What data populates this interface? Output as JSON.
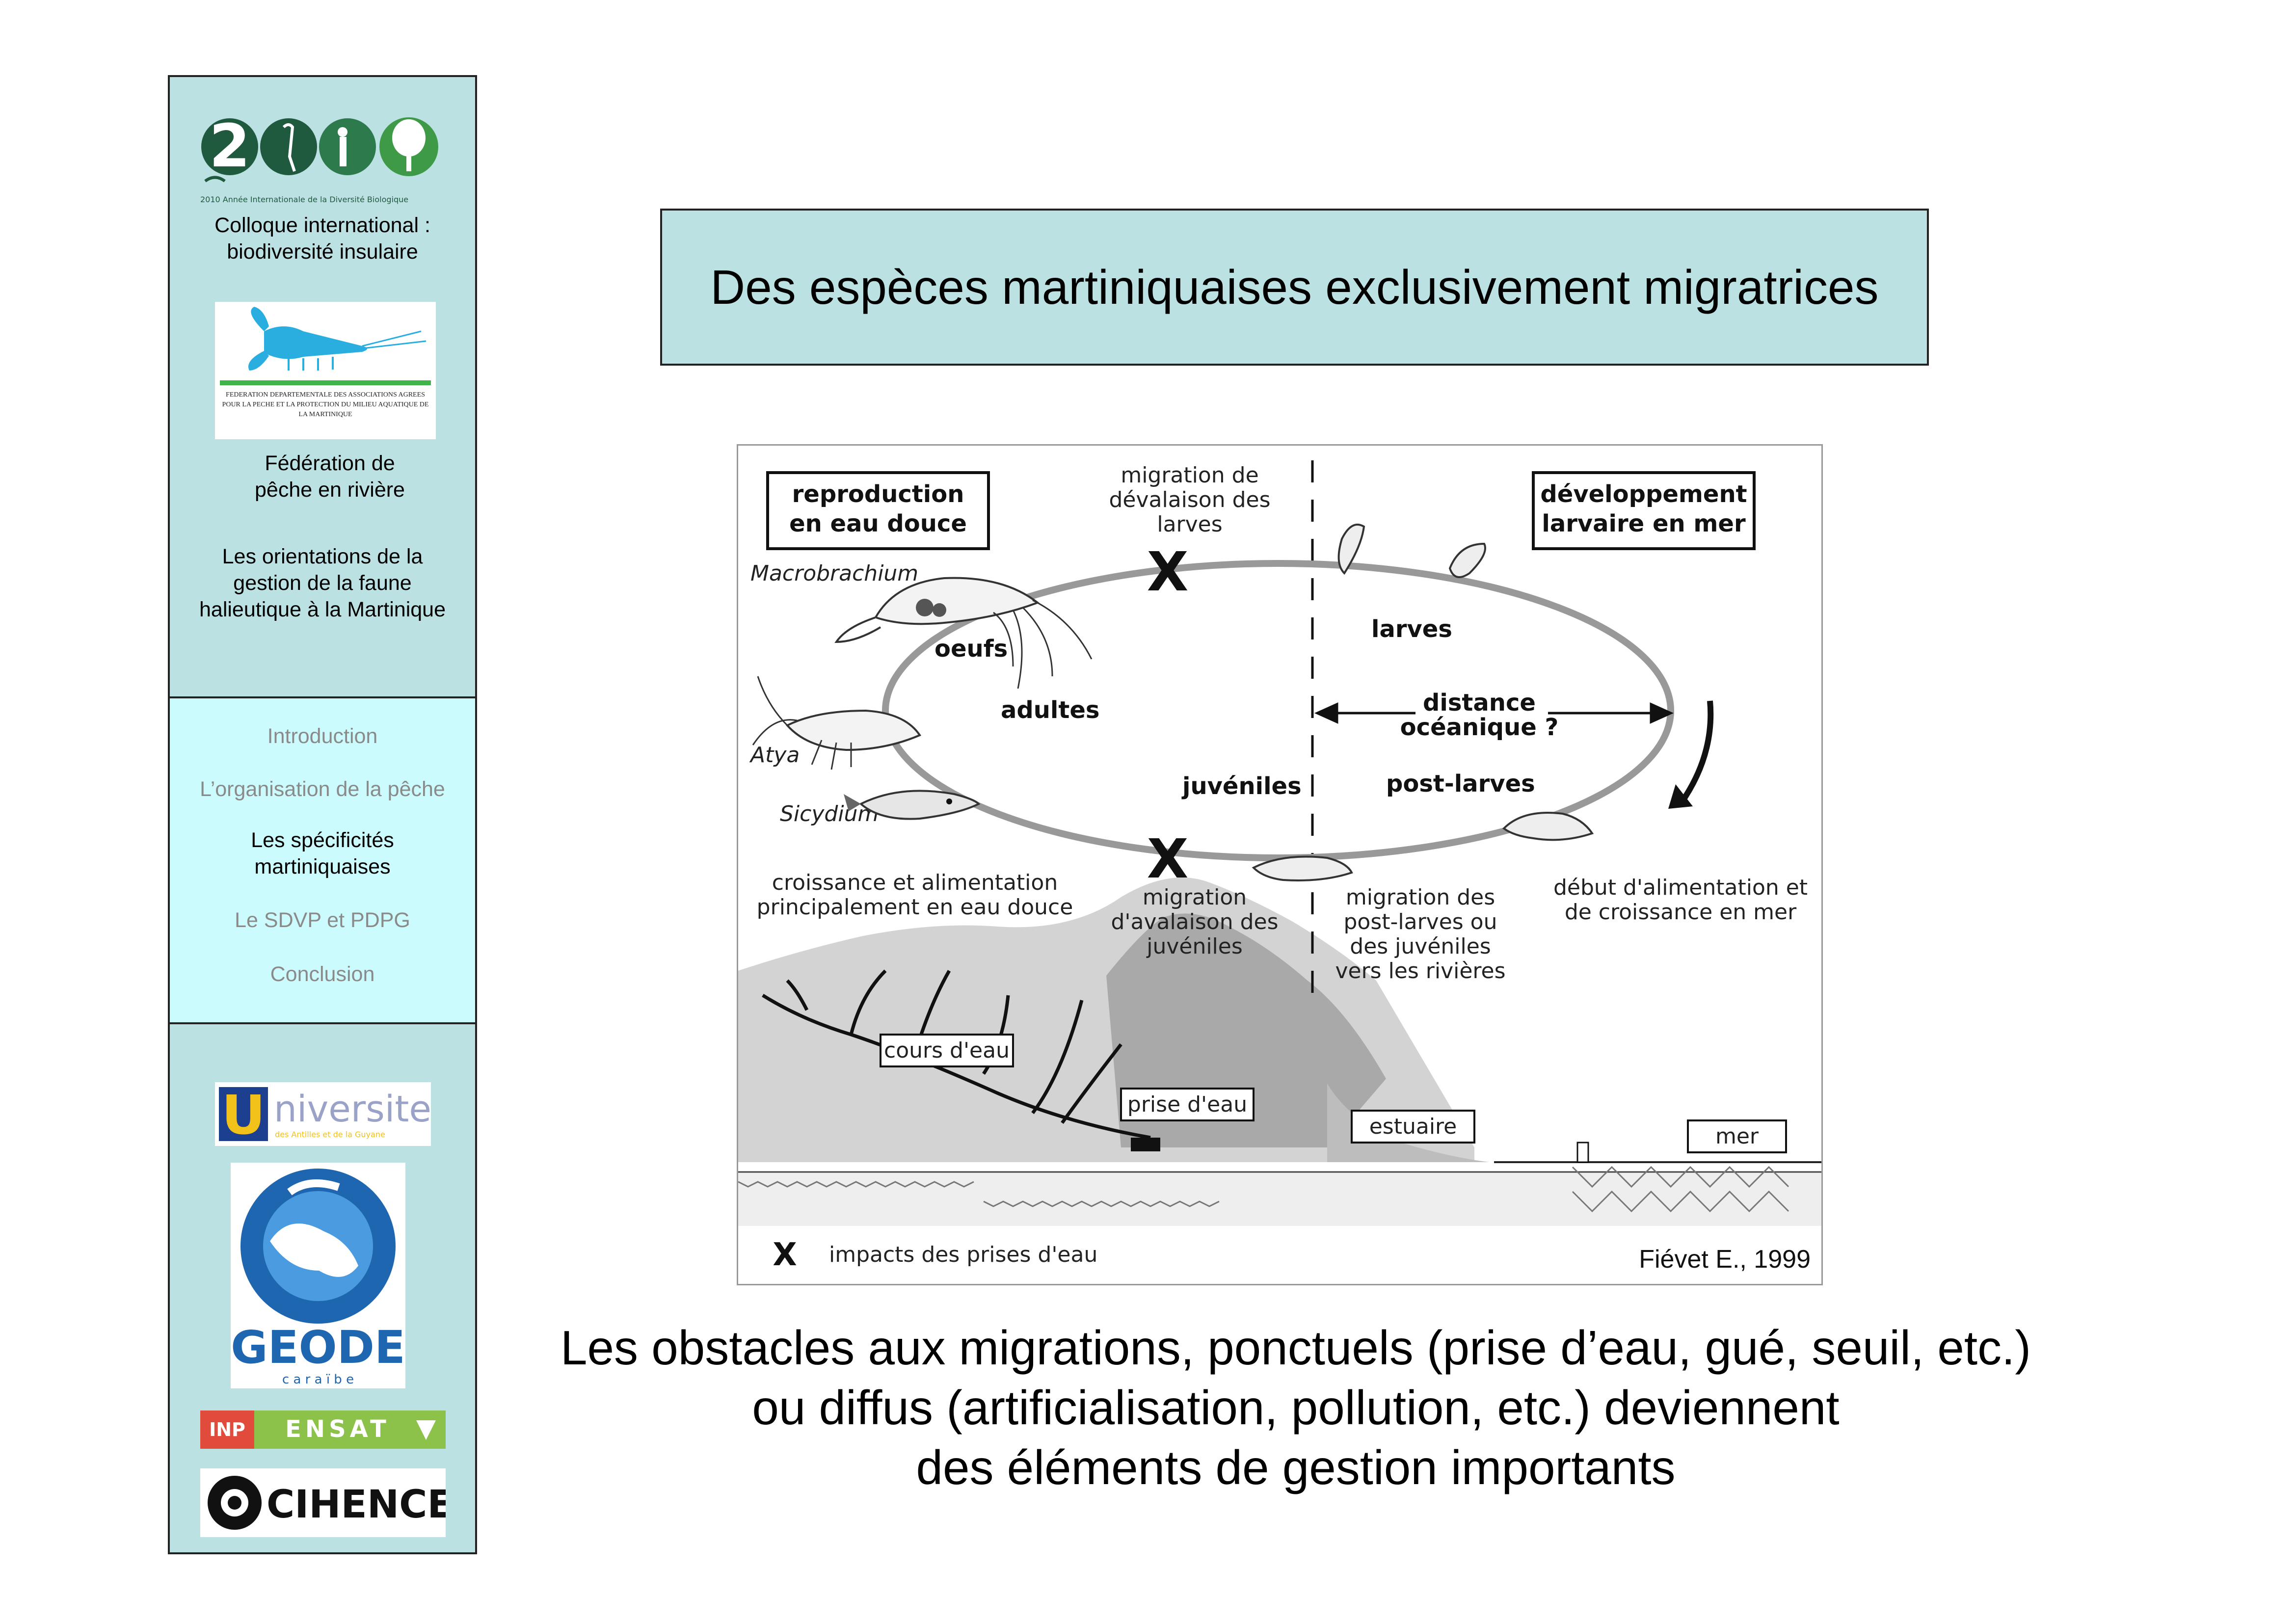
{
  "sidebar": {
    "logo_2010": {
      "caption": "2010 Année Internationale de la Diversité Biologique"
    },
    "colloque": "Colloque international : biodiversité insulaire",
    "federation_logo": {
      "caption": "FEDERATION DEPARTEMENTALE DES ASSOCIATIONS AGREES POUR LA PECHE ET LA PROTECTION DU MILIEU AQUATIQUE DE LA MARTINIQUE"
    },
    "federation": "Fédération de pêche en rivière",
    "orientations": "Les orientations de la gestion de la faune halieutique à la Martinique",
    "nav": [
      {
        "label": "Introduction",
        "active": false
      },
      {
        "label": "L’organisation de la pêche",
        "active": false
      },
      {
        "label": "Les spécificités martiniquaises",
        "active": true
      },
      {
        "label": "Le SDVP et PDPG",
        "active": false
      },
      {
        "label": "Conclusion",
        "active": false
      }
    ],
    "partner_logos": {
      "universite": "niversite",
      "universite_sub": "des Antilles et de la Guyane",
      "geode": "GEODE",
      "geode_sub": "c a r a ï b e",
      "inp": "INP",
      "ensat": "ENSAT",
      "cihence": "CIHENCE"
    }
  },
  "title": "Des espèces martiniquaises exclusivement migratrices",
  "figure": {
    "box_reproduction": [
      "reproduction",
      "en eau douce"
    ],
    "box_developpement": [
      "développement",
      "larvaire en mer"
    ],
    "migration_devalaison": [
      "migration de",
      "dévalaison des",
      "larves"
    ],
    "species": [
      "Macrobrachium",
      "Atya",
      "Sicydium"
    ],
    "oeufs": "oeufs",
    "adultes": "adultes",
    "juveniles": "juvéniles",
    "larves": "larves",
    "distance": [
      "distance",
      "océanique ?"
    ],
    "post_larves": "post-larves",
    "croissance": [
      "croissance et alimentation",
      "principalement en eau douce"
    ],
    "migration_avalaison": [
      "migration",
      "d'avalaison des",
      "juvéniles"
    ],
    "migration_postlarves": [
      "migration des",
      "post-larves ou",
      "des juvéniles",
      "vers les rivières"
    ],
    "debut_alimentation": [
      "début d'alimentation et",
      "de croissance en mer"
    ],
    "cours_eau": "cours d'eau",
    "prise_eau": "prise d'eau",
    "estuaire": "estuaire",
    "mer": "mer",
    "legend_x": "X",
    "legend": "impacts des prises d'eau",
    "credit": "Fiévet  E., 1999"
  },
  "caption": [
    "Les obstacles aux migrations, ponctuels (prise d’eau, gué, seuil, etc.)",
    "ou diffus (artificialisation, pollution, etc.) deviennent",
    "des éléments de gestion importants"
  ]
}
